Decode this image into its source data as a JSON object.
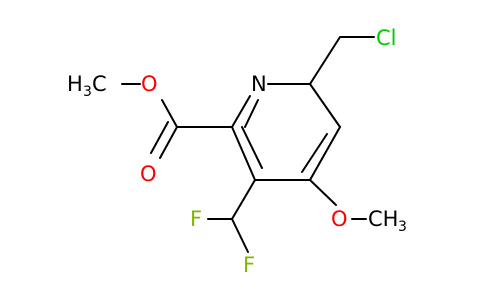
{
  "molecule": {
    "atoms": {
      "N": {
        "text": "N",
        "color": "#000000"
      },
      "O_methoxy_ester": {
        "text": "O",
        "color": "#ff0000"
      },
      "O_carbonyl": {
        "text": "O",
        "color": "#ff0000"
      },
      "O_methoxy_ring": {
        "text": "O",
        "color": "#ff0000"
      },
      "Cl": {
        "text": "Cl",
        "color": "#00cc00"
      },
      "F_top": {
        "text": "F",
        "color": "#7fb700"
      },
      "F_bottom": {
        "text": "F",
        "color": "#7fb700"
      },
      "H3C": {
        "h": "H",
        "sub": "3",
        "c": "C",
        "color": "#000000"
      },
      "CH3": {
        "c": "CH",
        "sub": "3",
        "color": "#000000"
      }
    },
    "colors": {
      "bond": "#000000",
      "oxygen": "#ff0000",
      "chlorine": "#00cc00",
      "fluorine": "#7fb700",
      "nitrogen": "#000000",
      "carbon": "#000000"
    }
  }
}
